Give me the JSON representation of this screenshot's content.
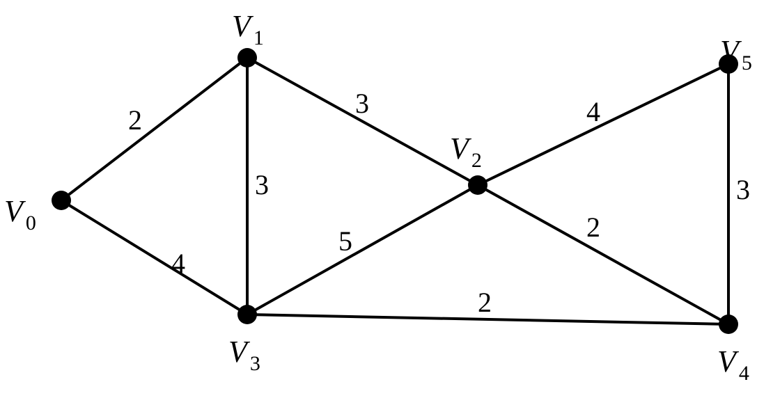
{
  "graph": {
    "nodes": [
      {
        "id": "V0",
        "letter": "V",
        "sub": "0"
      },
      {
        "id": "V1",
        "letter": "V",
        "sub": "1"
      },
      {
        "id": "V2",
        "letter": "V",
        "sub": "2"
      },
      {
        "id": "V3",
        "letter": "V",
        "sub": "3"
      },
      {
        "id": "V4",
        "letter": "V",
        "sub": "4"
      },
      {
        "id": "V5",
        "letter": "V",
        "sub": "5"
      }
    ],
    "edges": [
      {
        "from": "V0",
        "to": "V1",
        "weight": "2"
      },
      {
        "from": "V0",
        "to": "V3",
        "weight": "4"
      },
      {
        "from": "V1",
        "to": "V3",
        "weight": "3"
      },
      {
        "from": "V1",
        "to": "V2",
        "weight": "3"
      },
      {
        "from": "V3",
        "to": "V2",
        "weight": "5"
      },
      {
        "from": "V2",
        "to": "V5",
        "weight": "4"
      },
      {
        "from": "V2",
        "to": "V4",
        "weight": "2"
      },
      {
        "from": "V3",
        "to": "V4",
        "weight": "2"
      },
      {
        "from": "V5",
        "to": "V4",
        "weight": "3"
      }
    ],
    "colors": {
      "line": "#000000",
      "node": "#000000"
    }
  }
}
